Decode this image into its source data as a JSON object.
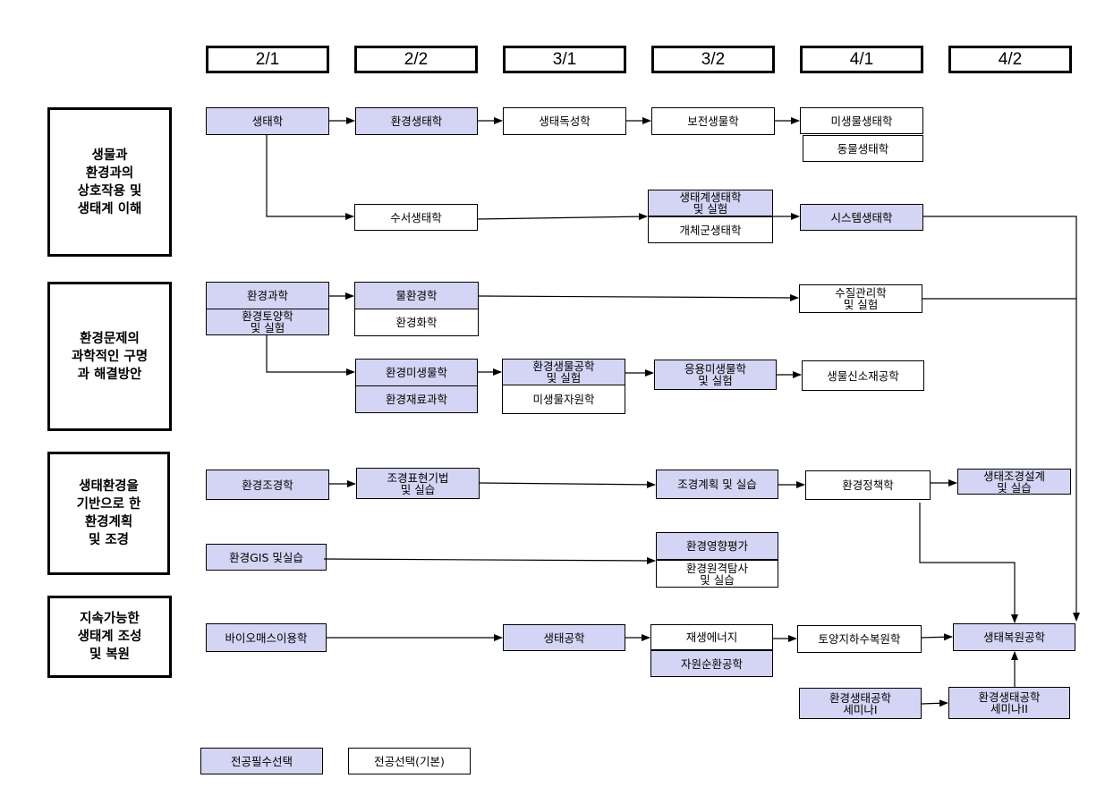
{
  "title": "교과과정 이수체계도",
  "colors": {
    "required": "#d4d4f4",
    "optional": "#ffffff",
    "border": "#000000"
  },
  "semesters": [
    "2/1",
    "2/2",
    "3/1",
    "3/2",
    "4/1",
    "4/2"
  ],
  "categories": [
    "생물과\n환경과의\n상호작용 및\n생태계 이해",
    "환경문제의\n과학적인 구명\n과 해결방안",
    "생태환경을\n기반으로 한\n환경계획\n및 조경",
    "지속가능한\n생태계 조성\n및 복원"
  ],
  "courses": {
    "c1": {
      "label": "생태학",
      "type": "required"
    },
    "c2": {
      "label": "환경생태학",
      "type": "required"
    },
    "c3": {
      "label": "생태독성학",
      "type": "optional"
    },
    "c4": {
      "label": "보전생물학",
      "type": "optional"
    },
    "c5": {
      "label": "미생물생태학",
      "type": "optional"
    },
    "c6": {
      "label": "동물생태학",
      "type": "optional"
    },
    "c7": {
      "label": "수서생태학",
      "type": "optional"
    },
    "c8": {
      "label": "생태계생태학\n및 실험",
      "type": "required"
    },
    "c9": {
      "label": "개체군생태학",
      "type": "optional"
    },
    "c10": {
      "label": "시스템생태학",
      "type": "required"
    },
    "c11": {
      "label": "환경과학",
      "type": "required"
    },
    "c12": {
      "label": "환경토양학\n및 실험",
      "type": "required"
    },
    "c13": {
      "label": "물환경학",
      "type": "required"
    },
    "c14": {
      "label": "환경화학",
      "type": "optional"
    },
    "c15": {
      "label": "수질관리학\n및 실험",
      "type": "optional"
    },
    "c16": {
      "label": "환경미생물학",
      "type": "required"
    },
    "c17": {
      "label": "환경재료과학",
      "type": "required"
    },
    "c18": {
      "label": "환경생물공학\n및 실험",
      "type": "required"
    },
    "c19": {
      "label": "미생물자원학",
      "type": "optional"
    },
    "c20": {
      "label": "응용미생물학\n및 실험",
      "type": "required"
    },
    "c21": {
      "label": "생물신소재공학",
      "type": "optional"
    },
    "c22": {
      "label": "환경조경학",
      "type": "required"
    },
    "c23": {
      "label": "조경표현기법\n및 실습",
      "type": "required"
    },
    "c24": {
      "label": "조경계획 및 실습",
      "type": "required"
    },
    "c25": {
      "label": "환경정책학",
      "type": "optional"
    },
    "c26": {
      "label": "생태조경설계\n및 실습",
      "type": "required"
    },
    "c27": {
      "label": "환경GIS 및실습",
      "type": "required"
    },
    "c28": {
      "label": "환경영향평가",
      "type": "required"
    },
    "c29": {
      "label": "환경원격탐사\n및 실습",
      "type": "optional"
    },
    "c30": {
      "label": "바이오매스이용학",
      "type": "required"
    },
    "c31": {
      "label": "생태공학",
      "type": "required"
    },
    "c32": {
      "label": "재생에너지",
      "type": "optional"
    },
    "c33": {
      "label": "자원순환공학",
      "type": "required"
    },
    "c34": {
      "label": "토양지하수복원학",
      "type": "optional"
    },
    "c35": {
      "label": "생태복원공학",
      "type": "required"
    },
    "c36": {
      "label": "환경생태공학\n세미나I",
      "type": "required"
    },
    "c37": {
      "label": "환경생태공학\n세미나II",
      "type": "required"
    }
  },
  "legend": {
    "required_label": "전공필수선택",
    "optional_label": "전공선택(기본)"
  }
}
